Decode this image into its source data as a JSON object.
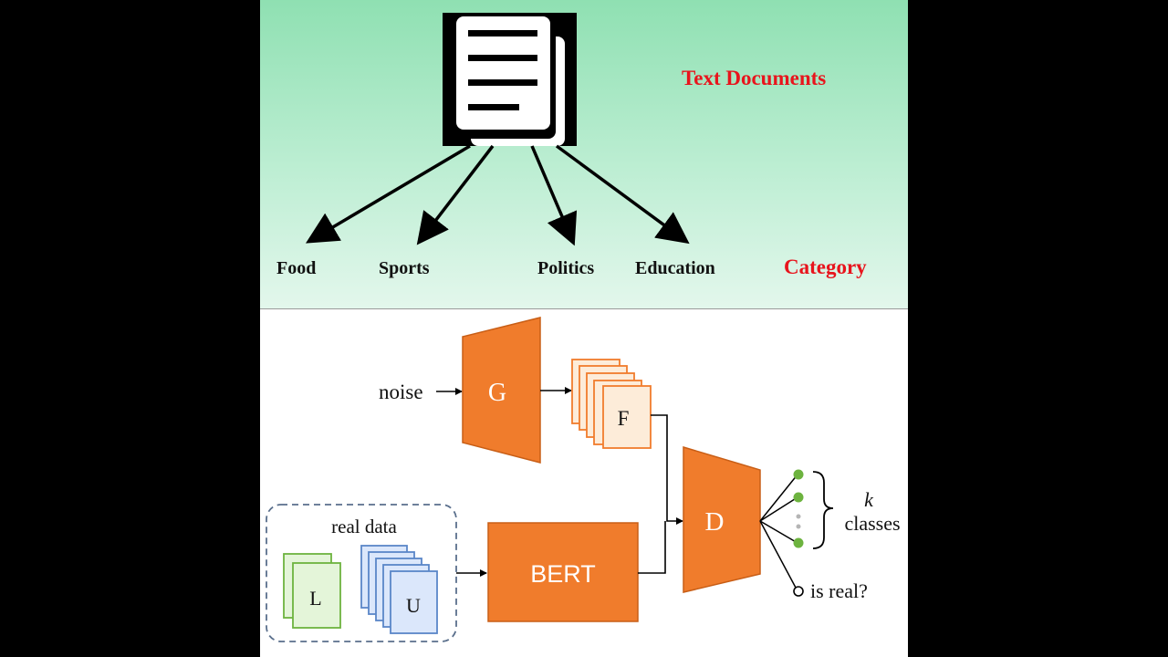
{
  "top_diagram": {
    "heading": "Text Documents",
    "row_label": "Category",
    "categories": [
      "Food",
      "Sports",
      "Politics",
      "Education"
    ],
    "icon": "document-stack-icon"
  },
  "bottom_diagram": {
    "input_label": "noise",
    "generator_label": "G",
    "fake_label": "F",
    "encoder_label": "BERT",
    "discriminator_label": "D",
    "real_data_label": "real data",
    "labeled_label": "L",
    "unlabeled_label": "U",
    "classes_k": "k",
    "classes_label": "classes",
    "is_real_label": "is real?",
    "colors": {
      "block": "#f07c2c",
      "block_edge": "#c85e16",
      "fake_fill": "#fdecd9",
      "labeled": "#e4f5d9",
      "unlabeled": "#dbe7fb",
      "node": "#6db33f"
    }
  }
}
